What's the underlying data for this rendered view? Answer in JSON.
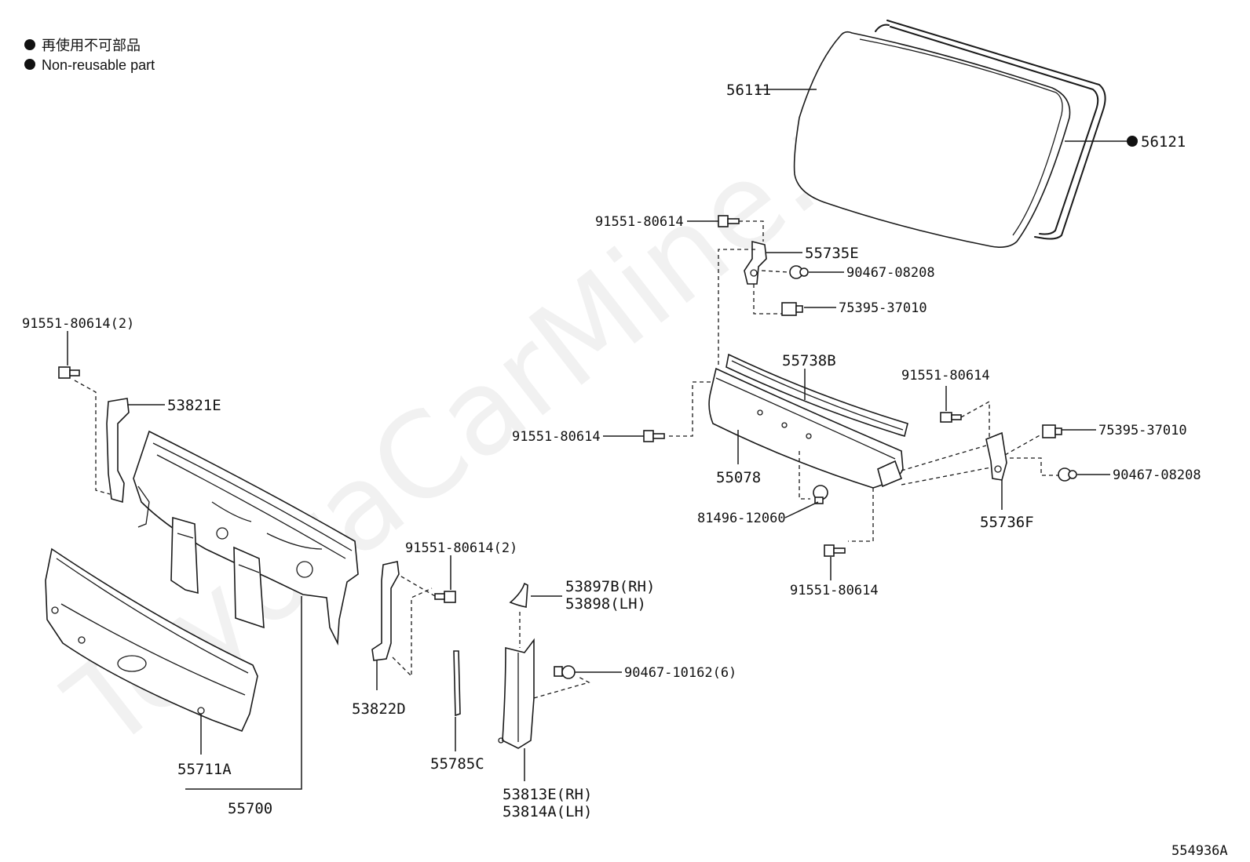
{
  "legend": {
    "line_jp": "再使用不可部品",
    "line_en": "Non-reusable part"
  },
  "watermark": "ToyotaCarMine.ru",
  "figure_id": "554936A",
  "labels": {
    "p56111": "56111",
    "p56121": "56121",
    "p91551_top": "91551-80614",
    "p55735E": "55735E",
    "p90467_08208_a": "90467-08208",
    "p75395_a": "75395-37010",
    "p55738B": "55738B",
    "p91551_r": "91551-80614",
    "p75395_b": "75395-37010",
    "p91551_mid": "91551-80614",
    "p90467_08208_b": "90467-08208",
    "p55078": "55078",
    "p81496": "81496-12060",
    "p55736F": "55736F",
    "p91551_low": "91551-80614",
    "p91551_left2": "91551-80614(2)",
    "p53821E": "53821E",
    "p91551_center2": "91551-80614(2)",
    "p53897B": "53897B(RH)",
    "p53898": "53898(LH)",
    "p90467_10162": "90467-10162(6)",
    "p53822D": "53822D",
    "p55785C": "55785C",
    "p55711A": "55711A",
    "p55700": "55700",
    "p53813E": "53813E(RH)",
    "p53814A": "53814A(LH)"
  },
  "colors": {
    "line": "#1a1a1a",
    "background": "#ffffff",
    "watermark": "#f1f1f1"
  }
}
